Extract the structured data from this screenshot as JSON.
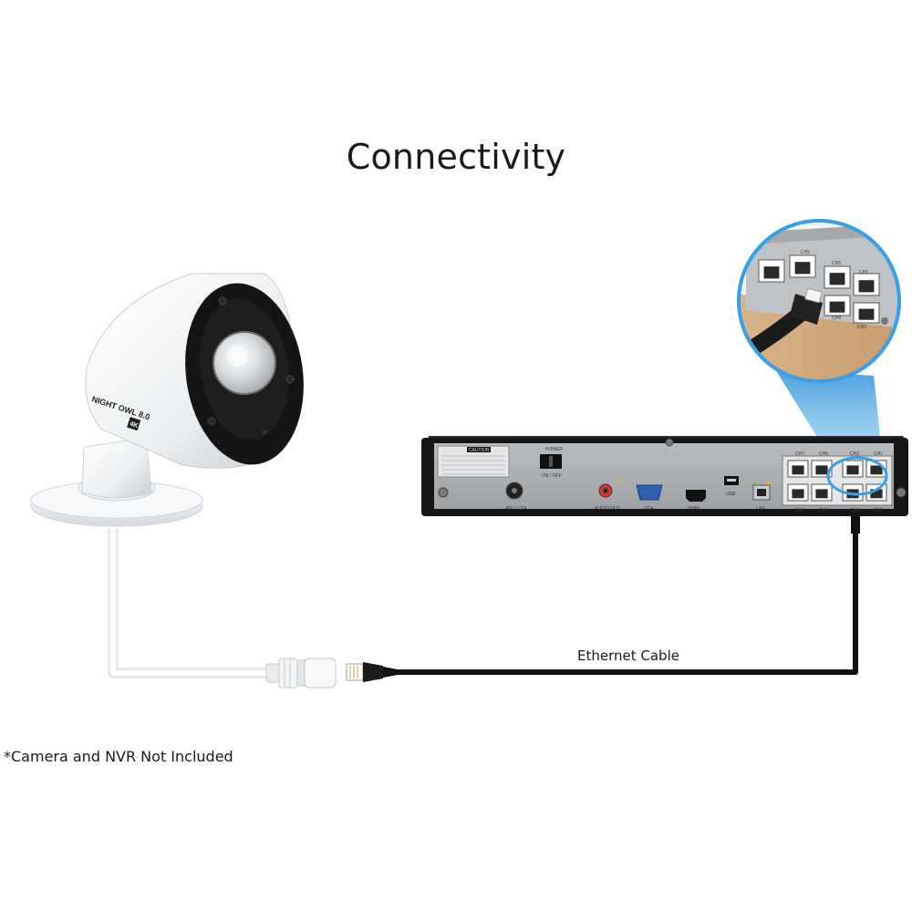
{
  "title": "Connectivity",
  "cable_label": "Ethernet Cable",
  "footnote": "*Camera and NVR Not Included",
  "camera": {
    "brand_text": "NIGHT OWL 8.0",
    "brand_badge": "4K"
  },
  "nvr": {
    "power_label": "POWER",
    "power_switch_label": "ON / OFF",
    "dc_label": "48V / 1.5A",
    "audio_label": "AUDIO OUT",
    "vga_label": "VGA",
    "hdmi_label": "HDMI",
    "usb_label": "USB",
    "lan_label": "LAN",
    "warning_label": "CAUTION",
    "poe_top_labels": [
      "CH7",
      "CH5",
      "CH3",
      "CH1"
    ],
    "poe_bottom_labels": [
      "CH8",
      "CH6",
      "CH4",
      "CH2"
    ]
  },
  "zoom_inset": {
    "top_labels": [
      "CH5",
      "CH3",
      "CH1"
    ],
    "bottom_labels": [
      "CH4",
      "CH2"
    ]
  }
}
